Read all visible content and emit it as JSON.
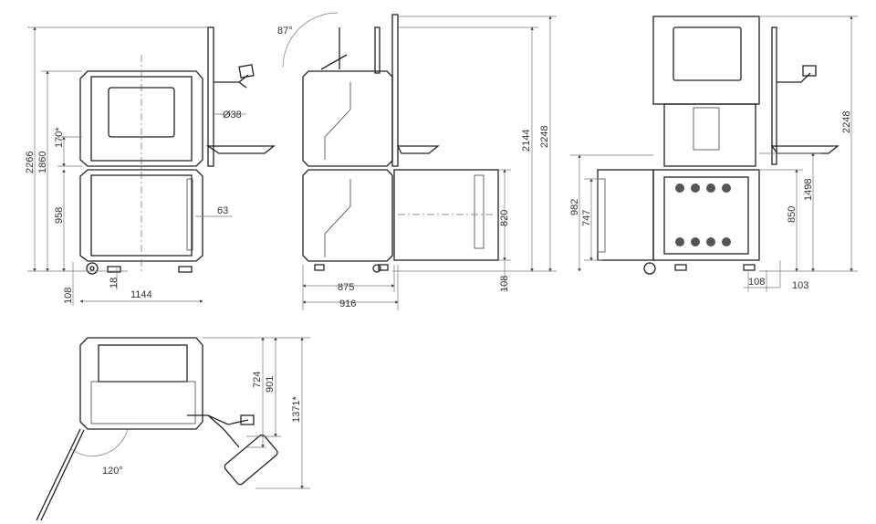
{
  "front_view": {
    "dims": {
      "overall_height": "2266",
      "cabinet_height": "1860",
      "gap_angle": "170*",
      "lower_height": "958",
      "caster_height": "108",
      "foot_height": "18",
      "width": "1144",
      "pole_diameter": "Ø38",
      "offset": "63"
    }
  },
  "side_view": {
    "dims": {
      "door_angle": "87°",
      "depth": "875",
      "depth_total": "916",
      "height_a": "2144",
      "height_b": "2248",
      "drawer_height": "820",
      "caster_height": "108"
    }
  },
  "rear_view": {
    "dims": {
      "drawer_outer": "982",
      "drawer_inner": "747",
      "table_height": "850",
      "tray_height": "1498",
      "overall_height": "2248",
      "caster_height": "108",
      "offset": "103"
    }
  },
  "top_view": {
    "dims": {
      "arm_a": "724",
      "arm_b": "901",
      "arm_total": "1371*",
      "door_angle": "120°"
    }
  }
}
